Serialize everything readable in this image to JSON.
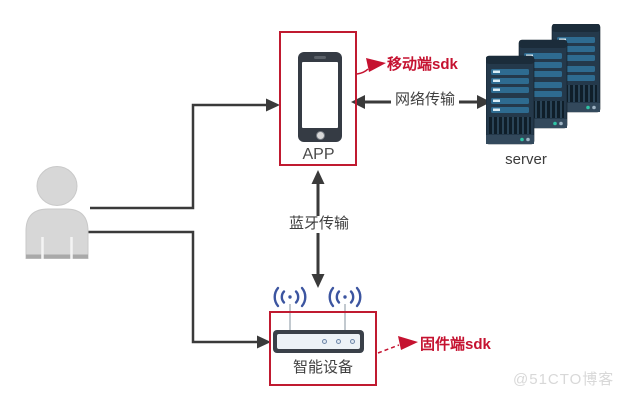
{
  "diagram": {
    "nodes": {
      "user": {
        "icon": "person-icon"
      },
      "app": {
        "label": "APP",
        "icon": "smartphone-icon",
        "annotation": "移动端sdk"
      },
      "server": {
        "label": "server",
        "icon": "server-stack-icon"
      },
      "device": {
        "label": "智能设备",
        "icon": "smart-device-router-icon",
        "annotation": "固件端sdk"
      }
    },
    "edges": {
      "user_to_app": {
        "type": "arrow"
      },
      "user_to_device": {
        "type": "arrow"
      },
      "network": {
        "label": "网络传输",
        "type": "bidirectional"
      },
      "bluetooth": {
        "label": "蓝牙传输",
        "type": "bidirectional"
      }
    },
    "colors": {
      "annotation_red": "#c51230",
      "box_border_red": "#c01a30",
      "line_dark": "#3a3a3a",
      "server_navy": "#24394b",
      "server_stripe_blue": "#2e6b90",
      "wifi_blue": "#3c55a0",
      "person_gray": "#d7d7d7",
      "watermark_gray": "#d8d8d8"
    }
  },
  "watermark": "@51CTO博客"
}
